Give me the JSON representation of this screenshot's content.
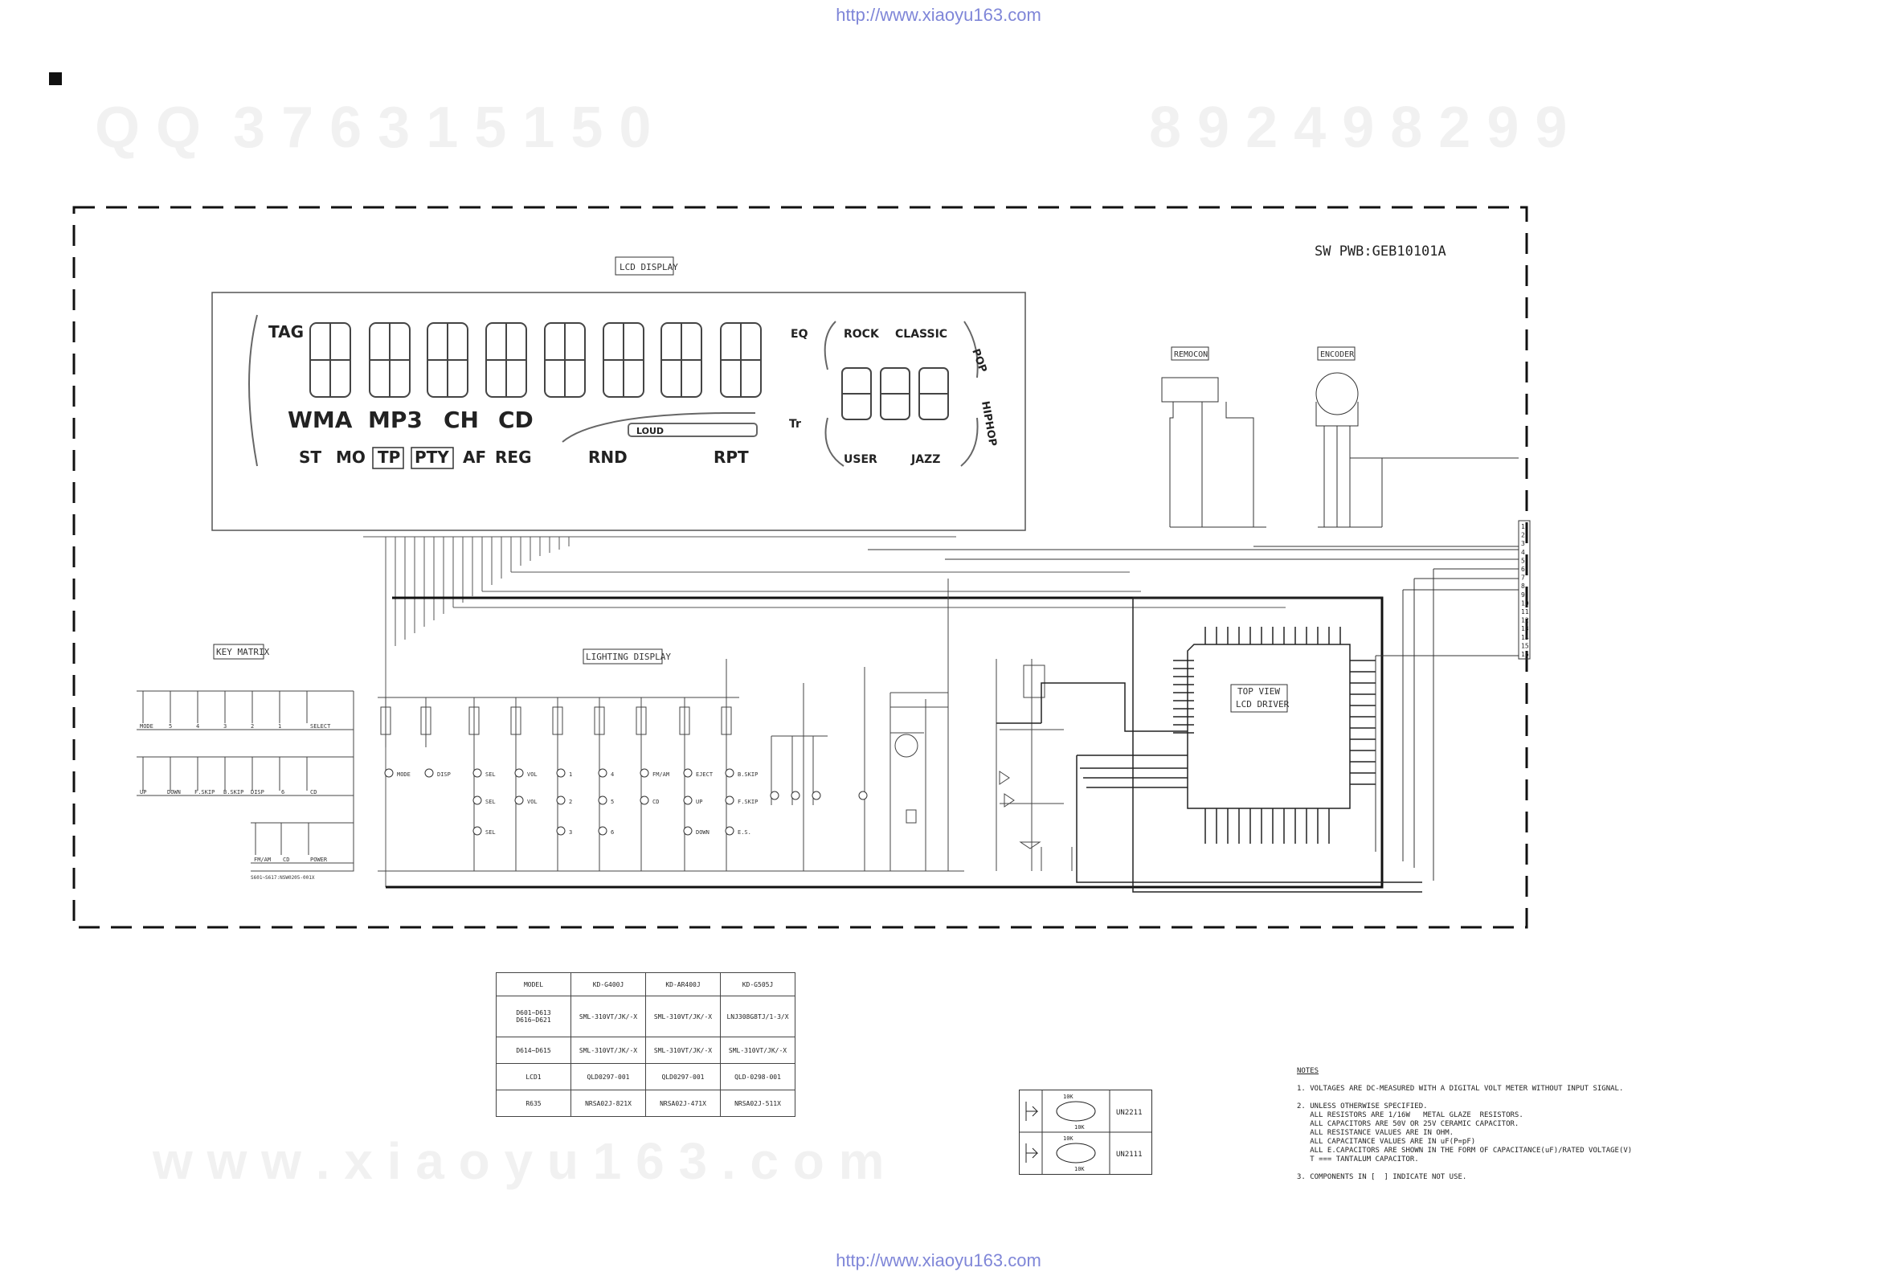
{
  "header_url": "http://www.xiaoyu163.com",
  "footer_url": "http://www.xiaoyu163.com",
  "watermarks": {
    "qq_left": "Q Q  3 7 6 3 1 5 1 5 0",
    "qq_right": "8 9 2 4 9 8 2 9 9",
    "bottom": "w w w . x i a o y u 1 6 3 . c o m"
  },
  "board": {
    "title": "SW PWB:GEB10101A"
  },
  "sections": {
    "lcd_display": "LCD DISPLAY",
    "key_matrix": "KEY MATRIX",
    "lighting_display": "LIGHTING DISPLAY",
    "remocon": "REMOCON",
    "encoder": "ENCODER"
  },
  "lcd": {
    "tag": "TAG",
    "formats": [
      "WMA",
      "MP3",
      "CH",
      "CD"
    ],
    "indicators": [
      "ST",
      "MO",
      "TP",
      "PTY",
      "AF",
      "REG"
    ],
    "right_indicators": [
      "RND",
      "RPT"
    ],
    "eq": [
      "ROCK",
      "CLASSIC",
      "POP",
      "USER",
      "JAZZ",
      "HIPHOP"
    ],
    "eq_label": "EQ",
    "tr_label": "Tr",
    "loud": "LOUD"
  },
  "driver": {
    "line1": "TOP VIEW",
    "line2": "LCD DRIVER"
  },
  "keys": {
    "row1": [
      "MODE",
      "5",
      "4",
      "3",
      "2",
      "1",
      "SELECT"
    ],
    "row2": [
      "UP",
      "DOWN",
      "F.SKIP",
      "B.SKIP",
      "DISP",
      "6",
      "CD"
    ],
    "row3": [
      "FM/AM",
      "CD",
      "POWER"
    ],
    "part_note": "S601~S617:NSW0205-001X"
  },
  "leds": {
    "row1": [
      "MODE",
      "DISP",
      "SEL",
      "VOL",
      "1",
      "4",
      "FM/AM",
      "EJECT",
      "B.SKIP"
    ],
    "row2": [
      "SEL",
      "VOL",
      "2",
      "5",
      "CD",
      "UP",
      "F.SKIP"
    ],
    "row3": [
      "SEL",
      "3",
      "6",
      "DOWN",
      "E.S."
    ]
  },
  "variants": {
    "header": [
      "MODEL",
      "KD-G400J",
      "KD-AR400J",
      "KD-G505J"
    ],
    "rows": [
      [
        "D601~D613 D616~D621",
        "SML-310VT/JK/-X",
        "SML-310VT/JK/-X",
        "LNJ308G8TJ/1-3/X"
      ],
      [
        "D614~D615",
        "SML-310VT/JK/-X",
        "SML-310VT/JK/-X",
        "SML-310VT/JK/-X"
      ],
      [
        "LCD1",
        "QLD0297-001",
        "QLD0297-001",
        "QLD-0298-001"
      ],
      [
        "R635",
        "NRSA02J-821X",
        "NRSA02J-471X",
        "NRSA02J-511X"
      ]
    ]
  },
  "transistors": [
    {
      "part": "UN2211",
      "r1": "10K",
      "r2": "10K"
    },
    {
      "part": "UN2111",
      "r1": "10K",
      "r2": "10K"
    }
  ],
  "notes": {
    "title": "NOTES",
    "items": [
      "1. VOLTAGES ARE DC-MEASURED WITH A DIGITAL VOLT METER WITHOUT INPUT SIGNAL.",
      "2. UNLESS OTHERWISE SPECIFIED.\n   ALL RESISTORS ARE 1/16W   METAL GLAZE  RESISTORS.\n   ALL CAPACITORS ARE 50V OR 25V CERAMIC CAPACITOR.\n   ALL RESISTANCE VALUES ARE IN OHM.\n   ALL CAPACITANCE VALUES ARE IN uF(P=pF)\n   ALL E.CAPACITORS ARE SHOWN IN THE FORM OF CAPACITANCE(uF)/RATED VOLTAGE(V)\n   T === TANTALUM CAPACITOR.",
      "3. COMPONENTS IN [  ] INDICATE NOT USE."
    ]
  },
  "connector_pins": [
    "1",
    "2",
    "3",
    "4",
    "5",
    "6",
    "7",
    "8",
    "9",
    "10",
    "11",
    "12",
    "13",
    "14",
    "15",
    "16"
  ]
}
